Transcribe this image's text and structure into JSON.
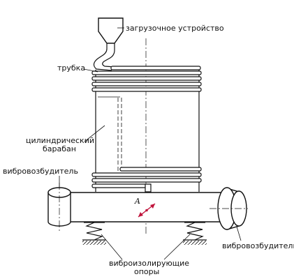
{
  "labels": {
    "hopper": "загрузочное устройство",
    "tube": "трубка",
    "drum_line1": "цилиндрический",
    "drum_line2": "барабан",
    "exciter_left": "вибровозбудитель",
    "exciter_right": "вибровозбудитель",
    "supports_line1": "виброизолирующие",
    "supports_line2": "опоры",
    "point": "A"
  },
  "colors": {
    "line": "#111111",
    "vibration_arrow": "#c0143c"
  }
}
